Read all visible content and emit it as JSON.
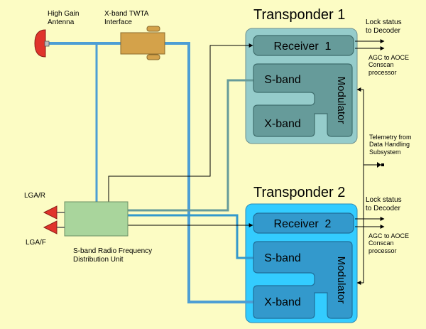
{
  "colors": {
    "background": "#fcfcc4",
    "transponder1_frame": "#95cccb",
    "transponder1_block": "#669b9a",
    "transponder2_frame": "#33ccff",
    "transponder2_block": "#3399cc",
    "waveguide": "#4d9ed4",
    "rfdu": "#a9d59c",
    "twta": "#d4a24a",
    "antenna": "#e0342b"
  },
  "antenna": {
    "label_line1": "High Gain",
    "label_line2": "Antenna"
  },
  "twta": {
    "label_line1": "X-band TWTA",
    "label_line2": "Interface"
  },
  "lga_r": {
    "label": "LGA/R"
  },
  "lga_f": {
    "label": "LGA/F"
  },
  "rfdu": {
    "label_line1": "S-band Radio Frequency",
    "label_line2": "Distribution Unit"
  },
  "transponder1": {
    "title": "Transponder 1",
    "receiver": "Receiver  1",
    "sband": "S-band",
    "xband": "X-band",
    "modulator": "Modulator"
  },
  "transponder2": {
    "title": "Transponder 2",
    "receiver": "Receiver  2",
    "sband": "S-band",
    "xband": "X-band",
    "modulator": "Modulator"
  },
  "outputs": {
    "t1_lock_line1": "Lock status",
    "t1_lock_line2": "to Decoder",
    "t1_agc_line1": "AGC to AOCE",
    "t1_agc_line2": "Conscan",
    "t1_agc_line3": "processor",
    "telemetry_line1": "Telemetry from",
    "telemetry_line2": "Data Handling",
    "telemetry_line3": "Subsystem",
    "t2_lock_line1": "Lock status",
    "t2_lock_line2": "to Decoder",
    "t2_agc_line1": "AGC to AOCE",
    "t2_agc_line2": "Conscan",
    "t2_agc_line3": "processor"
  }
}
